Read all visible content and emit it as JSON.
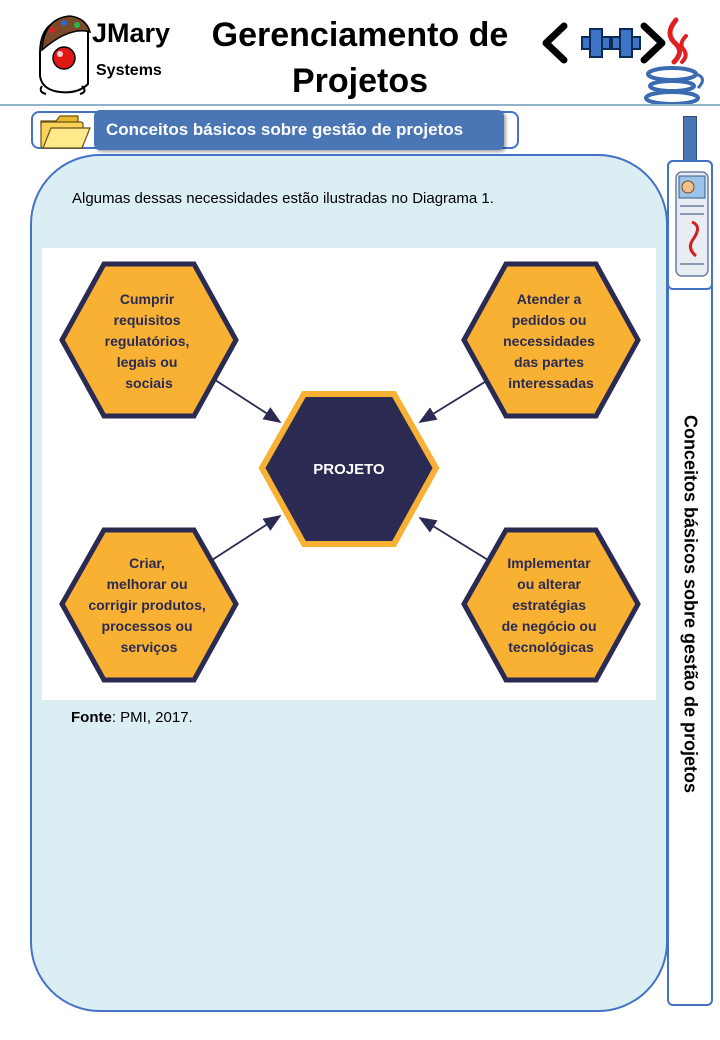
{
  "header": {
    "brand_line1": "JMary",
    "brand_line2": "Systems",
    "title": "Gerenciamento de Projetos"
  },
  "section": {
    "title": "Conceitos básicos sobre gestão de projetos"
  },
  "content": {
    "intro": "Algumas dessas necessidades estão ilustradas no Diagrama 1.",
    "source_label": "Fonte",
    "source_text": ": PMI, 2017."
  },
  "diagram": {
    "center": "PROJETO",
    "nodes": [
      {
        "lines": [
          "Cumprir",
          "requisitos",
          "regulatórios,",
          "legais ou",
          "sociais"
        ]
      },
      {
        "lines": [
          "Atender a",
          "pedidos ou",
          "necessidades",
          "das partes",
          "interessadas"
        ]
      },
      {
        "lines": [
          "Criar,",
          "melhorar ou",
          "corrigir produtos,",
          "processos ou",
          "serviços"
        ]
      },
      {
        "lines": [
          "Implementar",
          "ou alterar",
          "estratégias",
          "de negócio ou",
          "tecnológicas"
        ]
      }
    ],
    "colors": {
      "node_fill": "#f8b133",
      "node_border": "#2a2a52",
      "center_fill": "#2a2a52",
      "center_border": "#f8b133"
    }
  },
  "sidebar": {
    "vertical_title": "Conceitos básicos sobre gestão de projetos"
  },
  "icons": [
    "mascot-logo-icon",
    "cpp-logo-icon",
    "java-logo-icon",
    "folder-icon",
    "newspaper-icon"
  ]
}
